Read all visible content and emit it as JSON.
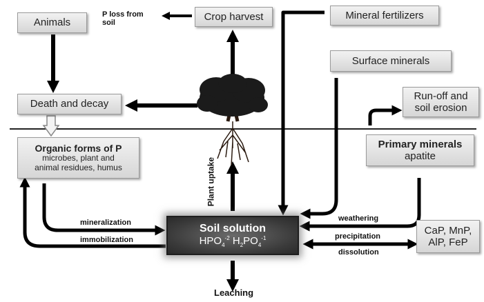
{
  "nodes": {
    "animals": "Animals",
    "crop_harvest": "Crop harvest",
    "mineral_fertilizers": "Mineral fertilizers",
    "surface_minerals": "Surface minerals",
    "death_decay": "Death and decay",
    "runoff": {
      "line1": "Run-off and",
      "line2": "soil erosion"
    },
    "organic": {
      "title": "Organic forms of P",
      "line1": "microbes, plant and",
      "line2": "animal residues, humus"
    },
    "primary": {
      "title": "Primary minerals",
      "sub": "apatite"
    },
    "soil_solution": {
      "title": "Soil solution",
      "ion1": "HPO",
      "ion1_sub": "4",
      "ion1_sup": "-2",
      "ion2": "H",
      "ion2_sub2": "2",
      "ion2_mid": "PO",
      "ion2_sub": "4",
      "ion2_sup": "-1"
    },
    "precipitates": {
      "line1": "CaP, MnP,",
      "line2": "AlP, FeP"
    }
  },
  "labels": {
    "p_loss": {
      "line1": "P loss from",
      "line2": "soil"
    },
    "plant_uptake": "Plant uptake",
    "mineralization": "mineralization",
    "immobilization": "immobilization",
    "weathering": "weathering",
    "precipitation": "precipitation",
    "dissolution": "dissolution",
    "leaching": "Leaching"
  }
}
